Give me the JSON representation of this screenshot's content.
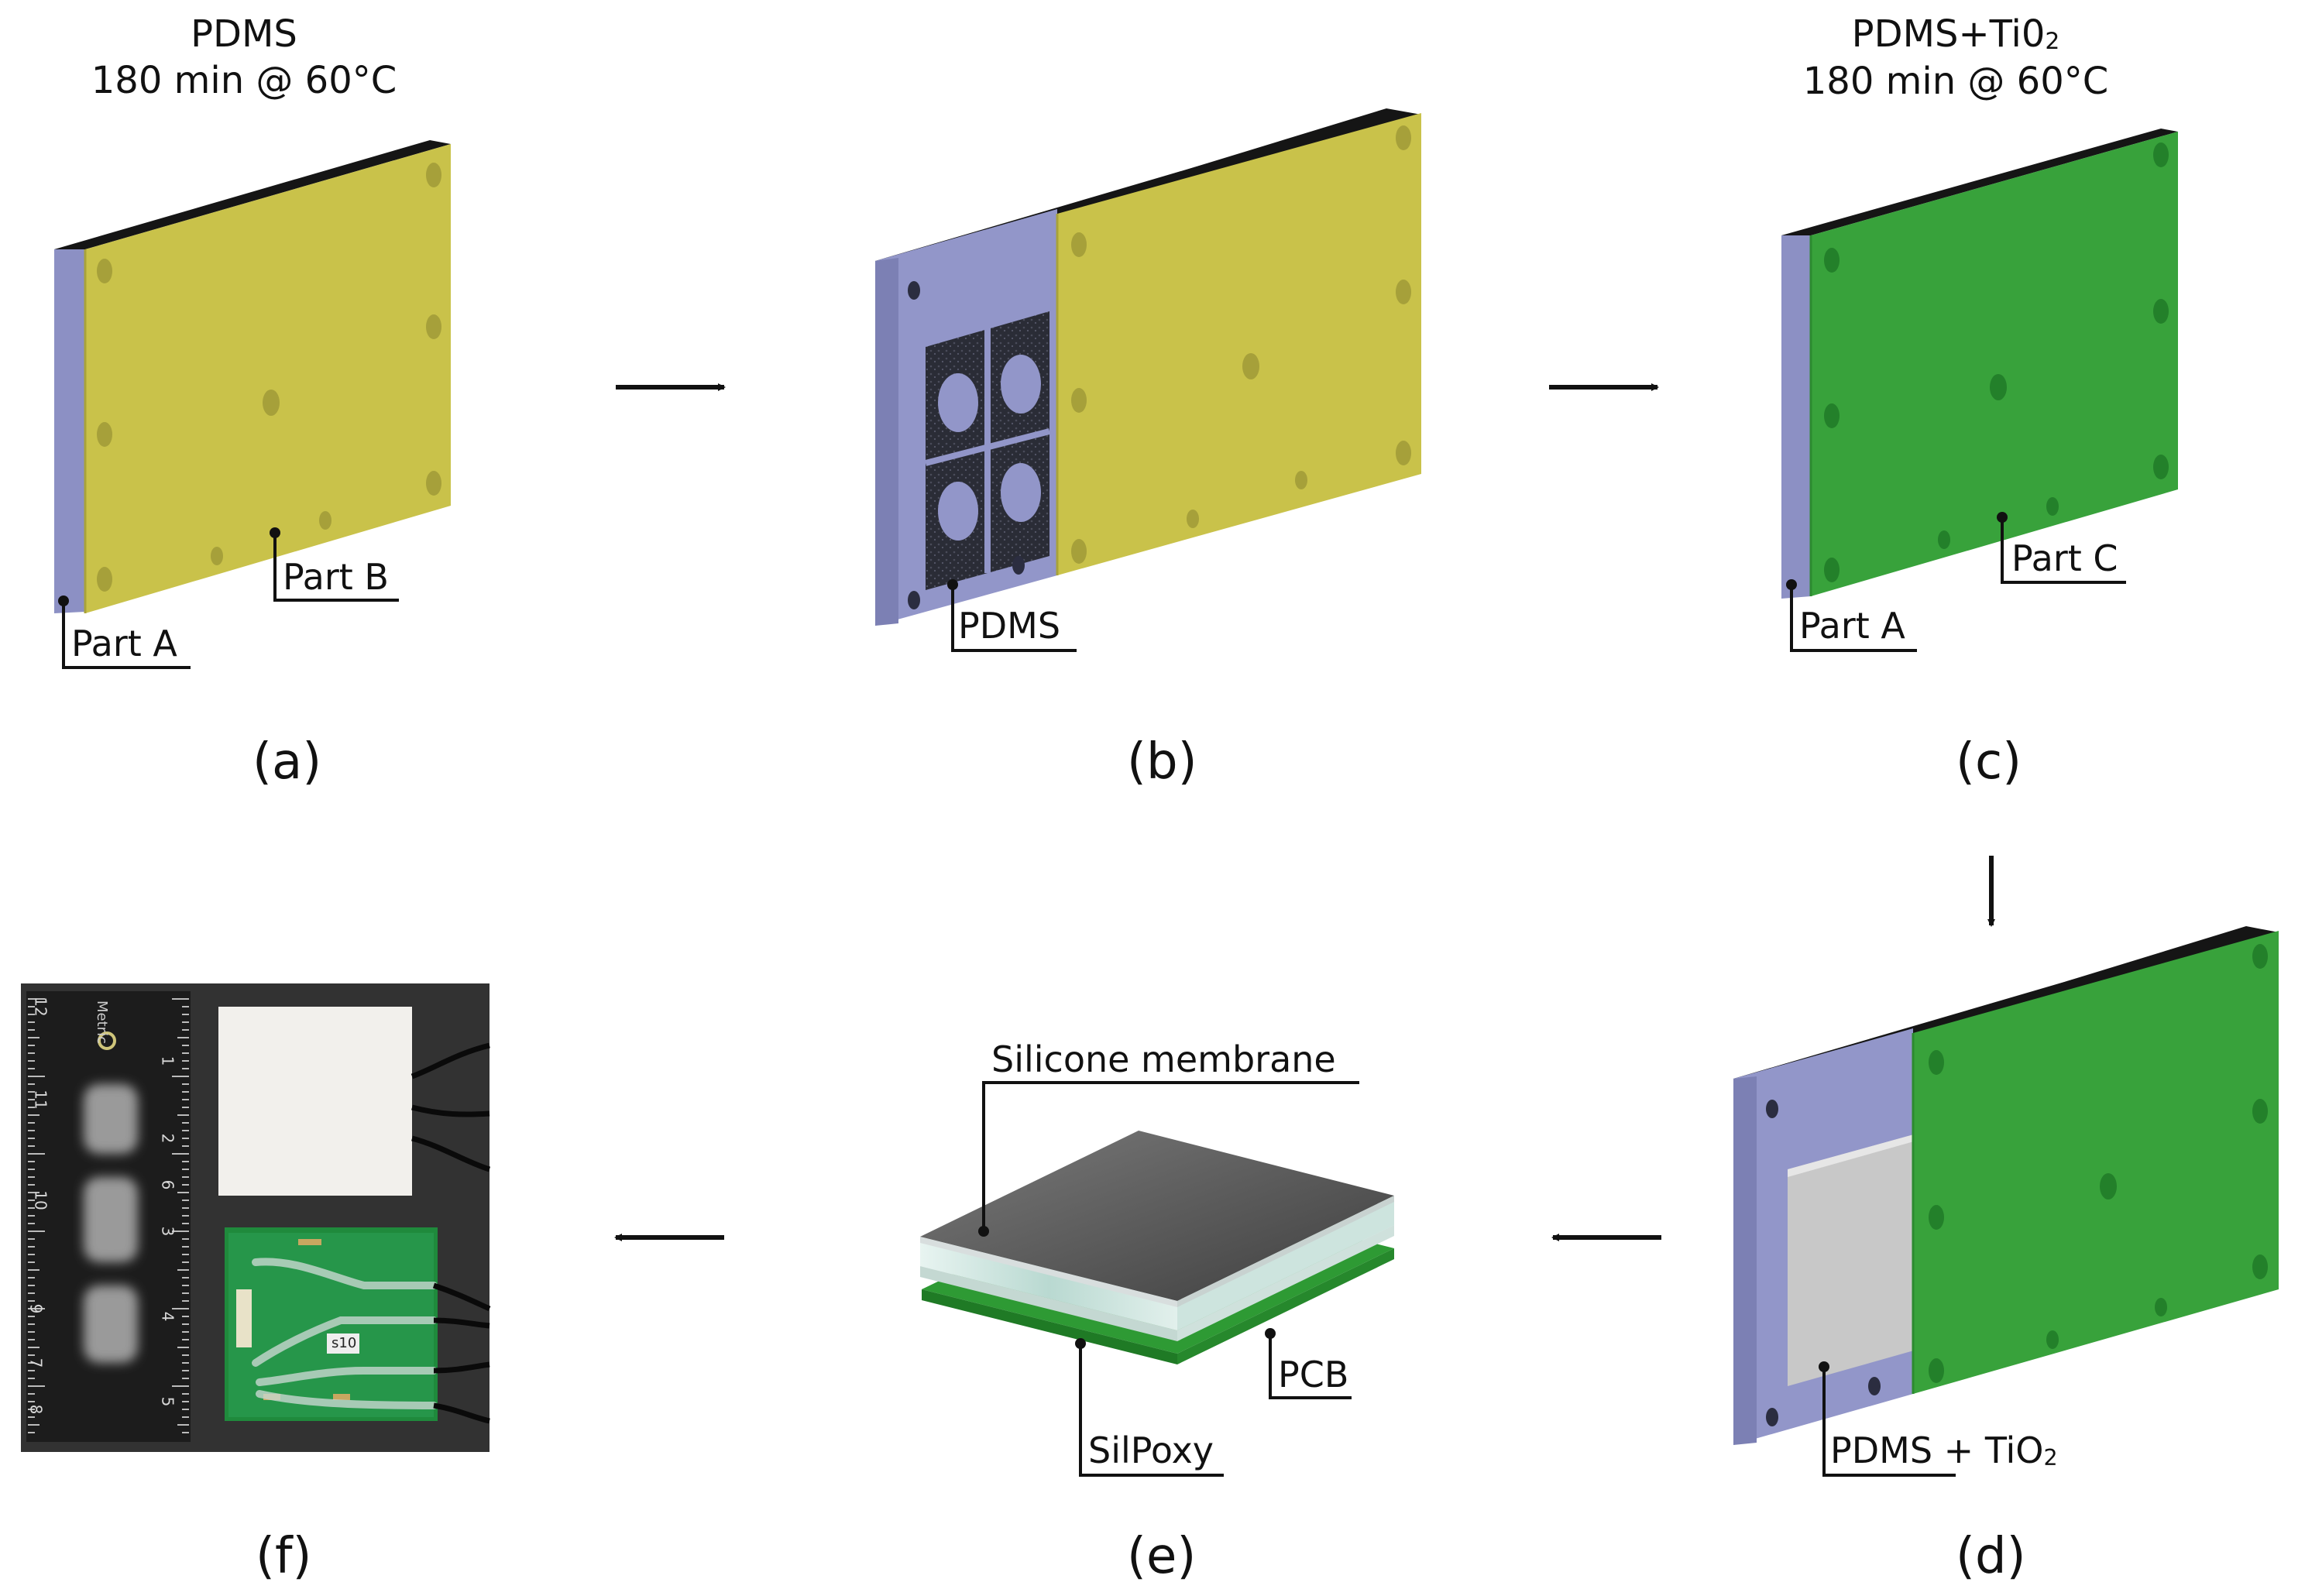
{
  "panels": {
    "a": {
      "caption": "(a)",
      "title_line1": "PDMS",
      "title_line2": "180 min @ 60°C",
      "label_part_a": "Part A",
      "label_part_b": "Part B",
      "colors": {
        "front": "#c9c24a",
        "side": "#8c90c4",
        "top": "#151515"
      }
    },
    "b": {
      "caption": "(b)",
      "label_pdms": "PDMS",
      "colors": {
        "plate_a": "#9296c9",
        "plate_b": "#c9c24a",
        "mold": "#2b2d38"
      }
    },
    "c": {
      "caption": "(c)",
      "title_line1_main": "PDMS+Ti0",
      "title_line1_sub": "2",
      "title_line2": "180 min @ 60°C",
      "label_part_a": "Part A",
      "label_part_c": "Part C",
      "colors": {
        "front": "#38a23b",
        "side": "#8c90c4",
        "top": "#151515"
      }
    },
    "d": {
      "caption": "(d)",
      "label_main": "PDMS + TiO",
      "label_sub": "2",
      "colors": {
        "plate_a": "#9296c9",
        "plate_c": "#38a23b",
        "sheet": "#c8c8c8"
      }
    },
    "e": {
      "caption": "(e)",
      "label_membrane": "Silicone membrane",
      "label_silpoxy": "SilPoxy",
      "label_pcb": "PCB",
      "colors": {
        "membrane": "#5a5a5a",
        "silpoxy": "#cfe6df",
        "pcb": "#2e9a34"
      }
    },
    "f": {
      "caption": "(f)",
      "ruler_text": "Metric",
      "ruler_numbers": [
        "12",
        "1",
        "11",
        "2",
        "10",
        "3",
        "9",
        "4",
        "8",
        "5",
        "7",
        "6"
      ],
      "sample_text": "s10",
      "colors": {
        "background": "#2e2e2e",
        "white_sample": "#f2f0ec",
        "pcb": "#1f8a3c"
      }
    }
  },
  "arrow_color": "#111111"
}
